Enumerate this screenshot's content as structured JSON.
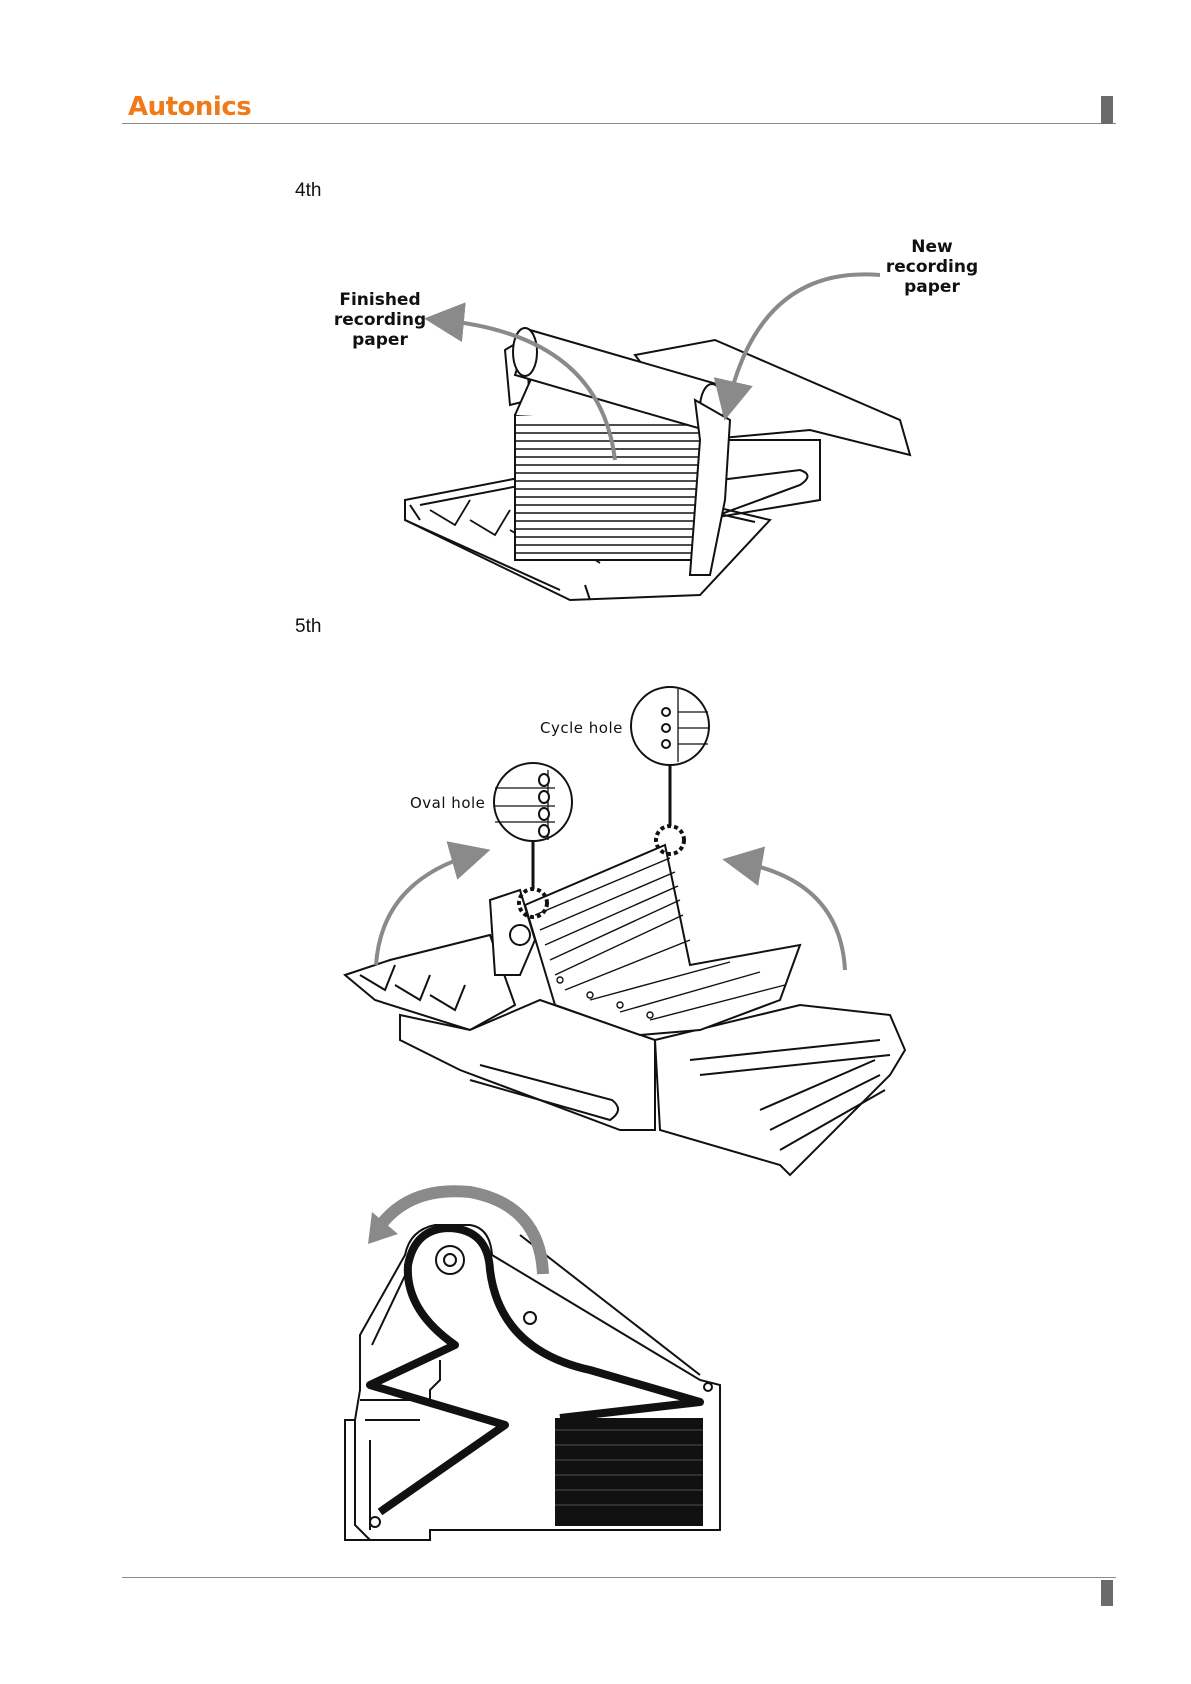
{
  "header": {
    "brand": "Autonics",
    "brand_color": "#f07a1a"
  },
  "steps": {
    "fourth": "4th",
    "fifth": "5th"
  },
  "figure4": {
    "finished_label": "Finished\nrecording\npaper",
    "new_label": "New\nrecording\npaper"
  },
  "figure5": {
    "cycle_hole_label": "Cycle hole",
    "oval_hole_label": "Oval hole"
  }
}
